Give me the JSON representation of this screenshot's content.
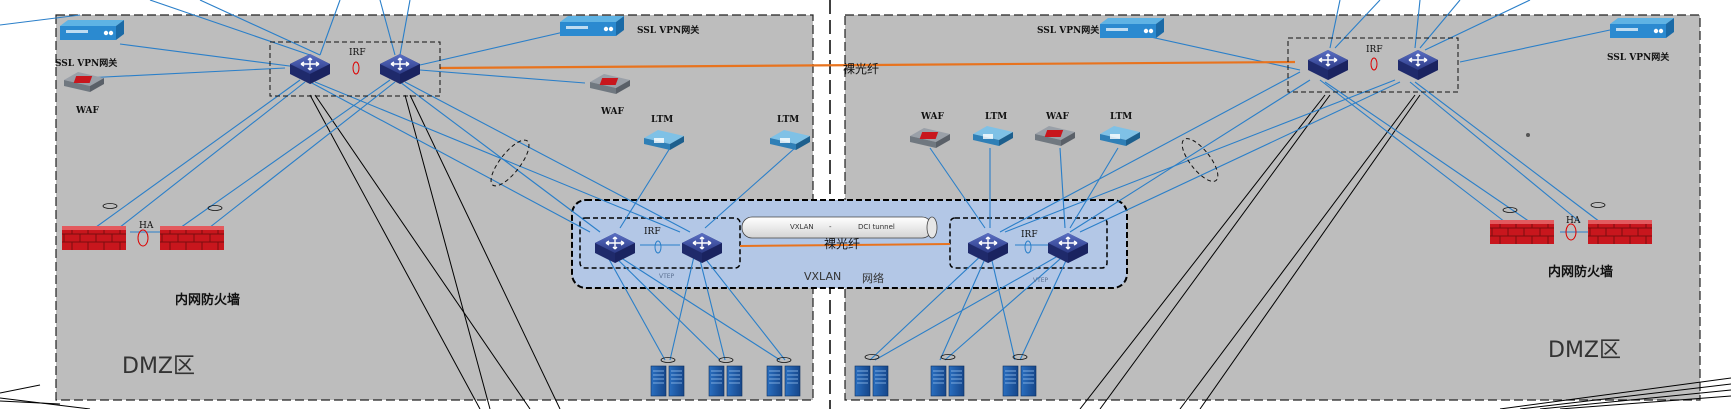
{
  "labels": {
    "ssl_vpn": "SSL VPN网关",
    "waf": "WAF",
    "ltm": "LTM",
    "irf": "IRF",
    "ha": "HA",
    "fiber": "裸光纤",
    "firewall": "内网防火墙",
    "dmz": "DMZ区",
    "vxlan_tunnel_left": "VXLAN",
    "vxlan_tunnel_dash": "-",
    "vxlan_tunnel_right": "DCI tunnel",
    "vxlan_net_a": "VXLAN",
    "vxlan_net_b": "网络",
    "vtep": "VTEP"
  },
  "colors": {
    "zone_fill": "#bdbdbd",
    "vxlan_fill": "#b3c7e6",
    "link_blue": "#2a7fc9",
    "fiber_orange": "#e8731e",
    "switch_dark": "#2c3a86",
    "firewall_red": "#c8161d",
    "server_blue": "#1f5fae",
    "black_line": "#000000"
  }
}
